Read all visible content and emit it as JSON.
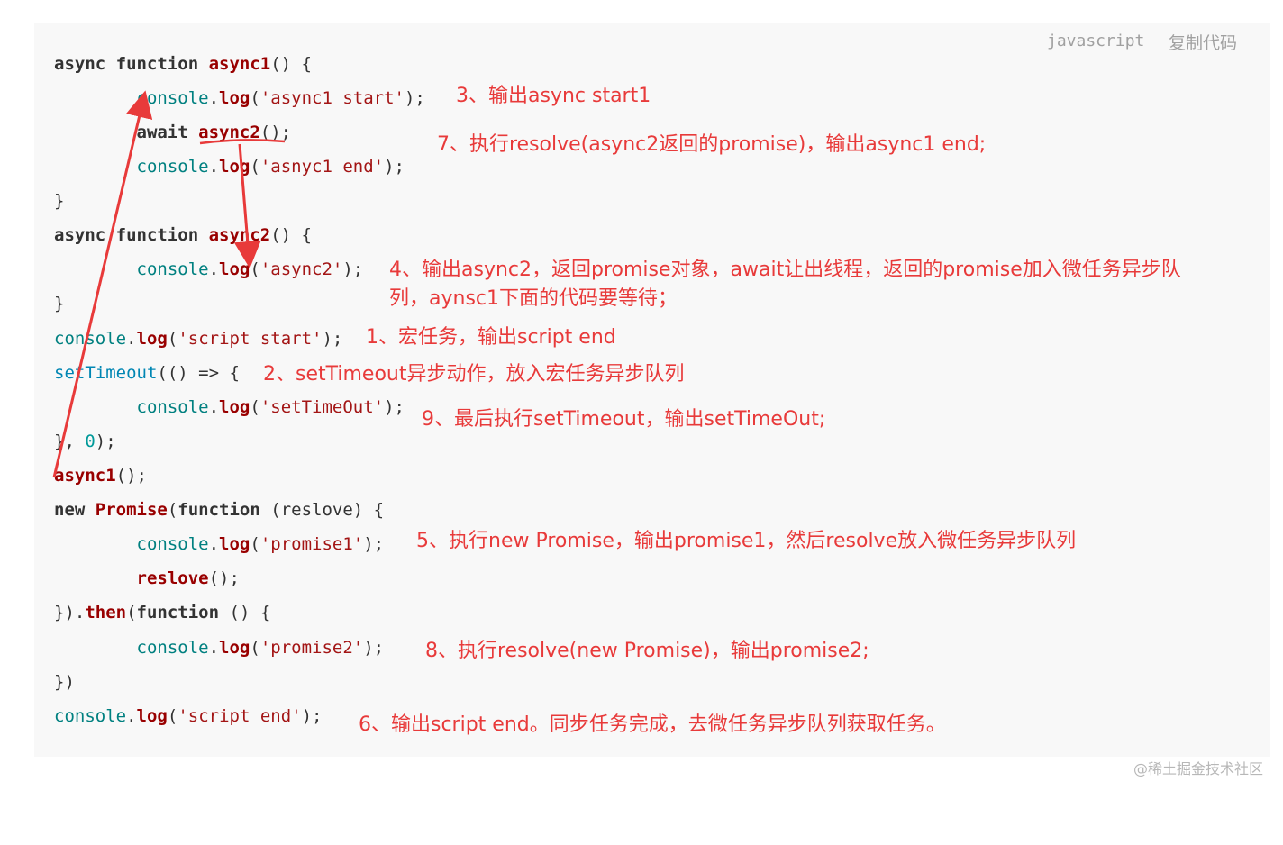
{
  "header": {
    "language": "javascript",
    "copy_label": "复制代码"
  },
  "code": {
    "l1": {
      "kw1": "async ",
      "kw2": "function ",
      "fn": "async1",
      "rest": "() {"
    },
    "l2": {
      "indent": "        ",
      "obj": "console",
      "dot": ".",
      "fn": "log",
      "open": "(",
      "str": "'async1 start'",
      "close": ");"
    },
    "l3": {
      "indent": "        ",
      "kw": "await ",
      "fn": "async2",
      "close": "();"
    },
    "l4": {
      "indent": "        ",
      "obj": "console",
      "dot": ".",
      "fn": "log",
      "open": "(",
      "str": "'asnyc1 end'",
      "close": ");"
    },
    "l5": {
      "text": "}"
    },
    "l6": {
      "kw1": "async ",
      "kw2": "function ",
      "fn": "async2",
      "rest": "() {"
    },
    "l7": {
      "indent": "        ",
      "obj": "console",
      "dot": ".",
      "fn": "log",
      "open": "(",
      "str": "'async2'",
      "close": ");"
    },
    "l8": {
      "text": "}"
    },
    "l9": {
      "obj": "console",
      "dot": ".",
      "fn": "log",
      "open": "(",
      "str": "'script start'",
      "close": ");"
    },
    "l10": {
      "obj": "setTimeout",
      "rest": "(() => {"
    },
    "l11": {
      "indent": "        ",
      "obj": "console",
      "dot": ".",
      "fn": "log",
      "open": "(",
      "str": "'setTimeOut'",
      "close": ");"
    },
    "l12": {
      "a": "}, ",
      "num": "0",
      "b": ");"
    },
    "l13": {
      "fn": "async1",
      "close": "();"
    },
    "l14": {
      "kw": "new ",
      "cls": "Promise",
      "open": "(",
      "kw2": "function ",
      "rest": "(reslove) {"
    },
    "l15": {
      "indent": "        ",
      "obj": "console",
      "dot": ".",
      "fn": "log",
      "open": "(",
      "str": "'promise1'",
      "close": ");"
    },
    "l16": {
      "indent": "        ",
      "fn": "reslove",
      "close": "();"
    },
    "l17": {
      "a": "}).",
      "fn": "then",
      "open": "(",
      "kw": "function ",
      "rest": "() {"
    },
    "l18": {
      "indent": "        ",
      "obj": "console",
      "dot": ".",
      "fn": "log",
      "open": "(",
      "str": "'promise2'",
      "close": ");"
    },
    "l19": {
      "text": "})"
    },
    "l20": {
      "obj": "console",
      "dot": ".",
      "fn": "log",
      "open": "(",
      "str": "'script end'",
      "close": ");"
    }
  },
  "notes": {
    "n1": "1、宏任务，输出script end",
    "n2": "2、setTimeout异步动作，放入宏任务异步队列",
    "n3": "3、输出async start1",
    "n4a": "4、输出async2，返回promise对象，await让出线程，返回的promise加入微任务异步队",
    "n4b": "列，aynsc1下面的代码要等待；",
    "n5": "5、执行new Promise，输出promise1，然后resolve放入微任务异步队列",
    "n6": "6、输出script end。同步任务完成，去微任务异步队列获取任务。",
    "n7": "7、执行resolve(async2返回的promise)，输出async1 end;",
    "n8": "8、执行resolve(new Promise)，输出promise2;",
    "n9": "9、最后执行setTimeout，输出setTimeOut;"
  },
  "watermark": "@稀土掘金技术社区",
  "colors": {
    "annotation": "#e83a3a",
    "code_bg": "#f8f8f8",
    "string": "#a31515",
    "function": "#990000",
    "object": "#0086b3"
  }
}
